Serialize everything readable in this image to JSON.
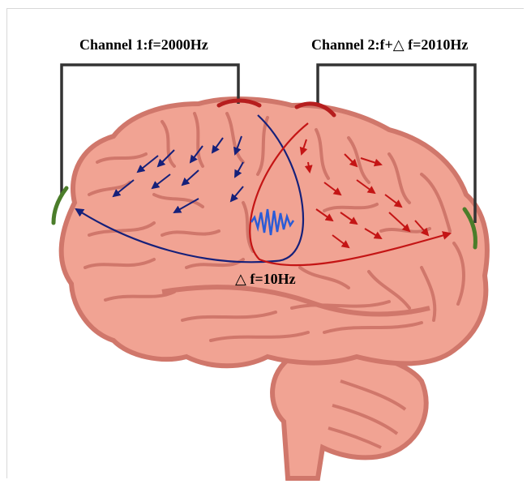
{
  "labels": {
    "channel1": "Channel 1:f=2000Hz",
    "channel2": "Channel 2:f+△ f=2010Hz",
    "beat": "△ f=10Hz"
  },
  "colors": {
    "brain_fill": "#f1a393",
    "brain_outline": "#d0776b",
    "wire": "#333333",
    "electrode_top": "#b61e1e",
    "electrode_side": "#4b7d2a",
    "channel1_current": "#15207a",
    "channel2_current": "#c41515",
    "envelope": "#2a5bd7"
  },
  "icons": [
    "brain-illustration",
    "electrode",
    "current-arrow",
    "beat-envelope"
  ]
}
